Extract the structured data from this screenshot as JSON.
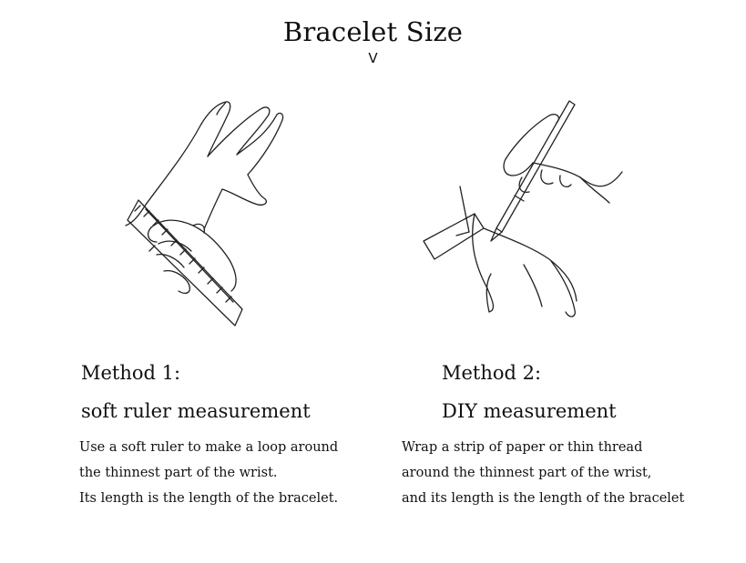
{
  "title": "Bracelet Size",
  "title_marker": "V",
  "method1": {
    "heading": "Method 1:",
    "subheading": "soft ruler measurement",
    "lines": [
      "Use a soft ruler to make a loop around",
      "the thinnest part of the wrist.",
      "Its length is the length of the bracelet."
    ]
  },
  "method2": {
    "heading": "Method 2:",
    "subheading": "DIY measurement",
    "lines": [
      "Wrap a strip of paper or thin thread",
      "around the thinnest part of the wrist,",
      "and its length is the length of the bracelet"
    ]
  },
  "icons": {
    "left": "hand-with-soft-ruler-icon",
    "right": "hand-with-paper-strip-and-pen-icon"
  }
}
